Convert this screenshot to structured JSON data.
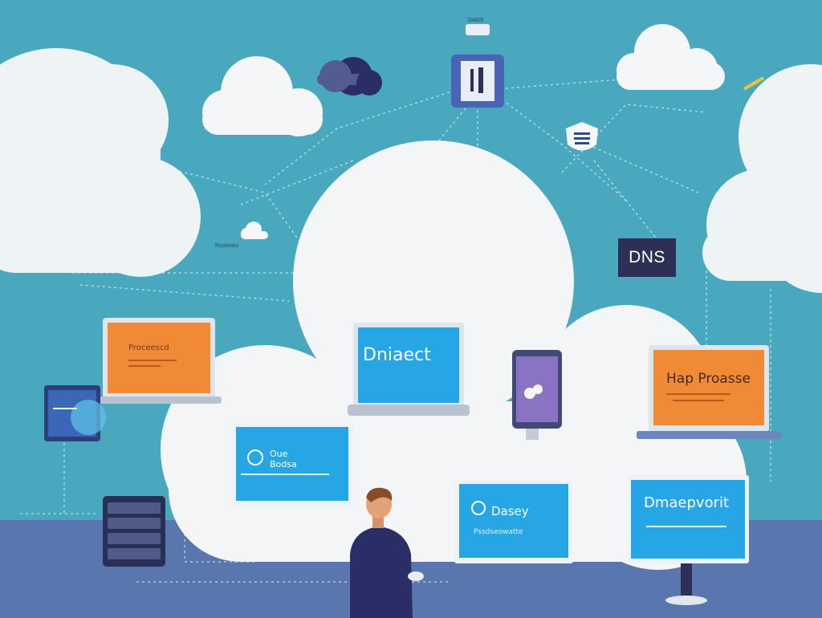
{
  "scene": {
    "background_color": "#4aa8be",
    "floor_color": "#5a76ae",
    "cloud_color": "#f5f7f9",
    "accent_orange": "#f08a36",
    "accent_blue": "#27a6e6",
    "dark_navy": "#2e2f55"
  },
  "labels": {
    "dns": "DNS",
    "middle_laptop_title": "Dniaect",
    "orange_left_text": "Proceescd",
    "orange_right_title": "Hap Proasse",
    "blue_left_line1": "Oue",
    "blue_left_line2": "Bodsa",
    "blue_mid_title": "Dasey",
    "blue_mid_sub": "Pssdseowatte",
    "blue_right_title": "Dmaepvorit",
    "small_left_text": "Rsoenasi",
    "top_small_text": "DADS"
  },
  "icons": [
    "cloud-icon",
    "shield-icon",
    "server-icon",
    "phone-icon",
    "laptop-icon",
    "monitor-icon",
    "person-figure"
  ]
}
